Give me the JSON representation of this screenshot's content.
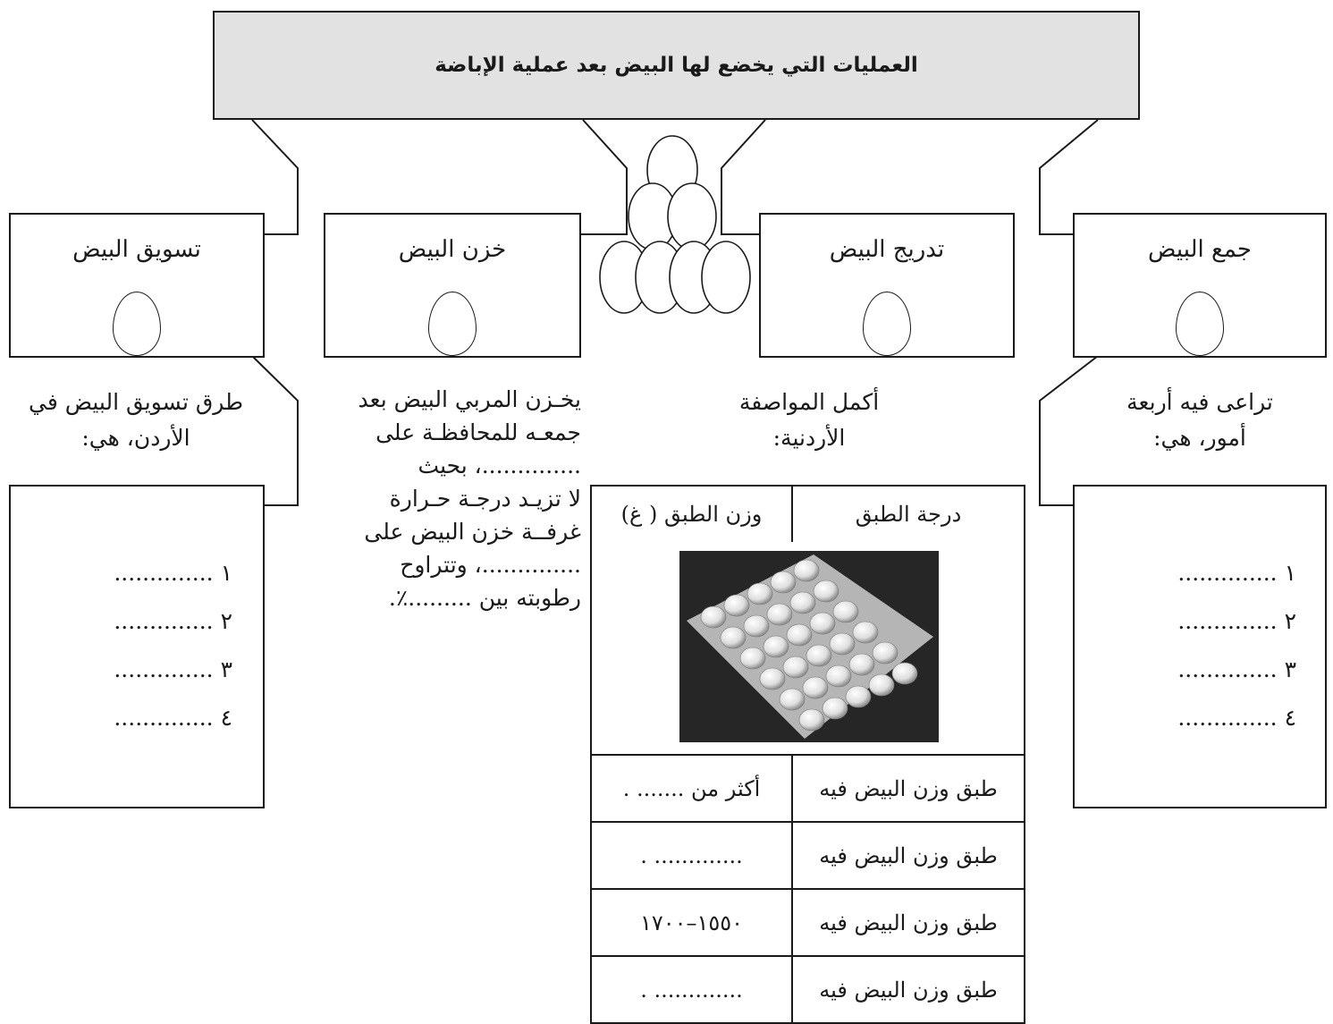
{
  "title": "العمليات التي يخضع لها البيض بعد عملية الإباضة",
  "stages": {
    "marketing": {
      "title": "تسويق البيض",
      "description_line1": "طرق تسويق البيض في",
      "description_line2": "الأردن، هي:",
      "items": [
        "١ ..............",
        "٢ ..............",
        "٣ ..............",
        "٤ .............."
      ]
    },
    "storage": {
      "title": "خزن البيض",
      "lines": [
        "يخـزن المربي البيض بعد",
        "جمعـه للمحافظـة على",
        "..............، بحيث",
        "لا تزيـد درجـة حـرارة",
        "غرفــة خزن البيض على",
        "..............، وتتراوح",
        "رطوبته بين .........٪."
      ]
    },
    "grading": {
      "title": "تدريج البيض",
      "description_line1": "أكمل المواصفة",
      "description_line2": "الأردنية:"
    },
    "collection": {
      "title": "جمع البيض",
      "description_line1": "تراعى فيه أربعة",
      "description_line2": "أمور، هي:",
      "items": [
        "١ ..............",
        "٢ ..............",
        "٣ ..............",
        "٤ .............."
      ]
    }
  },
  "grading_table": {
    "header_grade": "درجة الطبق",
    "header_weight": "وزن الطبق ( غ)",
    "rows": [
      {
        "grade": "طبق وزن البيض فيه",
        "weight": "أكثر من ....... ."
      },
      {
        "grade": "طبق وزن البيض فيه",
        "weight": "............. ."
      },
      {
        "grade": "طبق وزن البيض فيه",
        "weight": "١٥٥٠–١٧٠٠"
      },
      {
        "grade": "طبق وزن البيض فيه",
        "weight": "............. ."
      }
    ]
  }
}
